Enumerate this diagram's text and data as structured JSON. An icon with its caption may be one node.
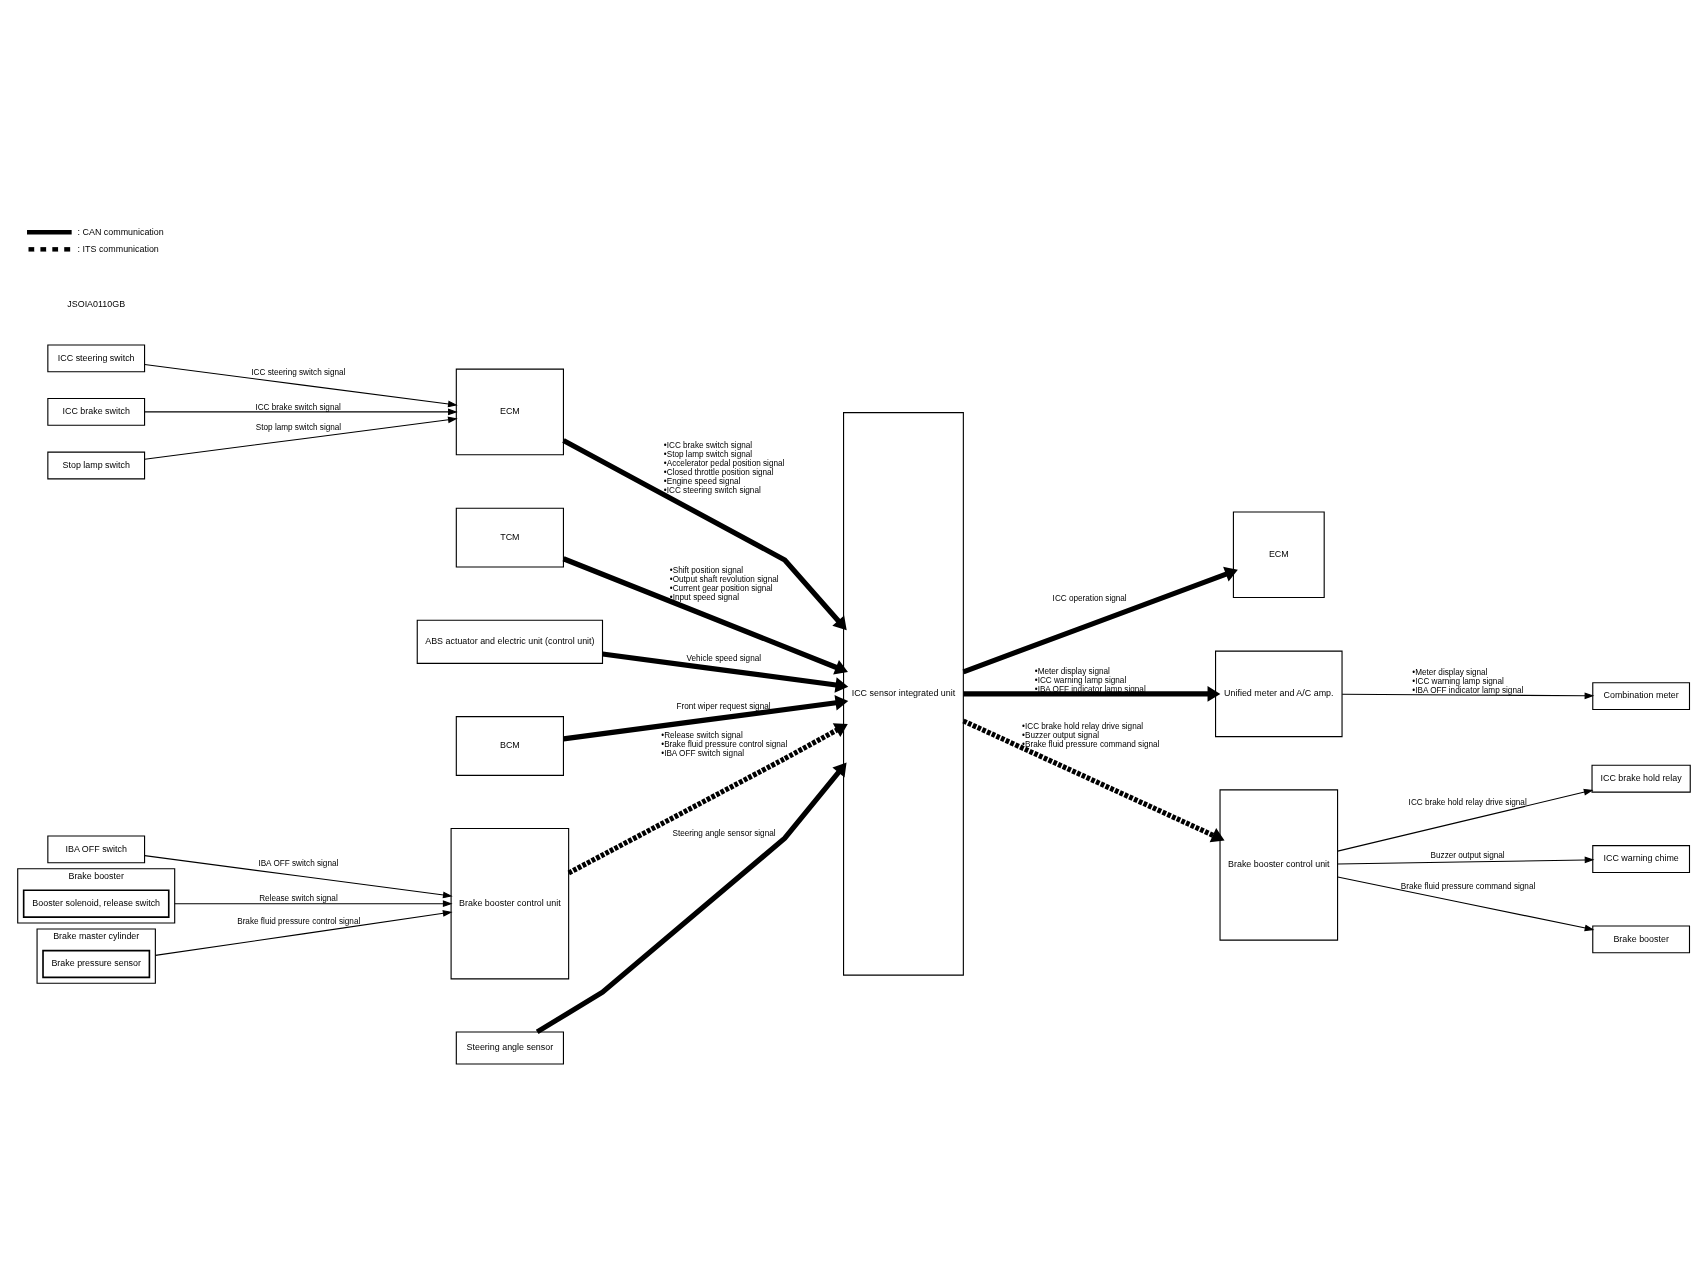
{
  "diagram": {
    "nodes": [
      {
        "text": [
          "ICC steering switch"
        ]
      },
      {
        "text": [
          "ICC brake switch"
        ]
      },
      {
        "text": [
          "Stop lamp switch"
        ]
      },
      {
        "text": [
          "Brake booster"
        ]
      },
      {
        "text": [
          "Booster solenoid, release switch"
        ],
        "in": 3
      },
      {
        "text": [
          "Brake master cylinder"
        ]
      },
      {
        "text": [
          "Brake pressure sensor"
        ],
        "in": 5
      },
      {
        "text": [
          "IBA OFF switch"
        ]
      },
      {
        "text": [
          "ECM"
        ]
      },
      {
        "text": [
          "TCM"
        ]
      },
      {
        "text": [
          "ABS actuator and electric unit (control unit)"
        ]
      },
      {
        "text": [
          "BCM"
        ]
      },
      {
        "text": [
          "Brake booster control unit"
        ]
      },
      {
        "text": [
          "Steering angle sensor"
        ]
      },
      {
        "text": [
          "ICC sensor integrated unit"
        ]
      },
      {
        "text": [
          "ECM"
        ]
      },
      {
        "text": [
          "Unified meter and A/C amp."
        ]
      },
      {
        "text": [
          "Brake booster control unit"
        ]
      },
      {
        "text": [
          "Combination meter"
        ]
      },
      {
        "text": [
          "ICC brake hold relay"
        ]
      },
      {
        "text": [
          "ICC warning chime"
        ]
      },
      {
        "text": [
          "Brake booster"
        ]
      }
    ],
    "edges": [
      {
        "from": 0,
        "to": 8,
        "arrow": "to",
        "label": "ICC steering switch signal"
      },
      {
        "from": 1,
        "to": 8,
        "arrow": "to",
        "label": "ICC brake switch signal"
      },
      {
        "from": 2,
        "to": 8,
        "arrow": "to",
        "label": "Stop lamp switch signal"
      },
      {
        "from": 3,
        "to": 12,
        "arrow": "to",
        "label": "Release switch signal"
      },
      {
        "from": 5,
        "to": 12,
        "arrow": "to",
        "label": "Brake fluid pressure control signal"
      },
      {
        "from": 7,
        "to": 12,
        "arrow": "to",
        "label": "IBA OFF switch signal"
      },
      {
        "from": 8,
        "to": 14,
        "arrow": "to",
        "style": "thick",
        "label": "•ICC brake switch signal •Stop lamp switch signal •Accelerator pedal position signal •Closed throttle position signal •Engine speed signal •ICC steering switch signal"
      },
      {
        "from": 9,
        "to": 14,
        "arrow": "to",
        "style": "thick",
        "label": "•Shift position signal •Output shaft revolution signal •Current gear position signal •Input speed signal"
      },
      {
        "from": 10,
        "to": 14,
        "arrow": "to",
        "style": "thick",
        "label": "Vehicle speed signal"
      },
      {
        "from": 11,
        "to": 14,
        "arrow": "to",
        "style": "thick",
        "label": "Front wiper request signal"
      },
      {
        "from": 12,
        "to": 14,
        "arrow": "to",
        "style": "dashed",
        "label": "•Release switch signal •Brake fluid pressure control signal •IBA OFF switch signal"
      },
      {
        "from": 13,
        "to": 14,
        "arrow": "to",
        "style": "thick",
        "label": "Steering angle sensor signal"
      },
      {
        "from": 14,
        "to": 15,
        "arrow": "to",
        "style": "thick",
        "label": "ICC operation signal"
      },
      {
        "from": 14,
        "to": 16,
        "arrow": "to",
        "style": "thick",
        "label": "•Meter display signal •ICC warning lamp signal •IBA OFF indicator lamp signal"
      },
      {
        "from": 14,
        "to": 17,
        "arrow": "to",
        "style": "dashed",
        "label": "•ICC brake hold relay drive signal •Buzzer output signal •Brake fluid pressure command signal"
      },
      {
        "from": 16,
        "to": 18,
        "arrow": "to",
        "label": "•Meter display signal •ICC warning lamp signal •IBA OFF indicator lamp signal"
      },
      {
        "from": 17,
        "to": 19,
        "arrow": "to",
        "label": "ICC brake hold relay drive signal"
      },
      {
        "from": 17,
        "to": 20,
        "arrow": "to",
        "label": "Buzzer output signal"
      },
      {
        "from": 17,
        "to": 21,
        "arrow": "to",
        "label": "Brake fluid pressure command signal"
      }
    ],
    "labels": [
      "JSOIA0110GB"
    ],
    "legend": [
      {
        "text": ": CAN communication"
      },
      {
        "text": ": ITS communication"
      }
    ]
  }
}
